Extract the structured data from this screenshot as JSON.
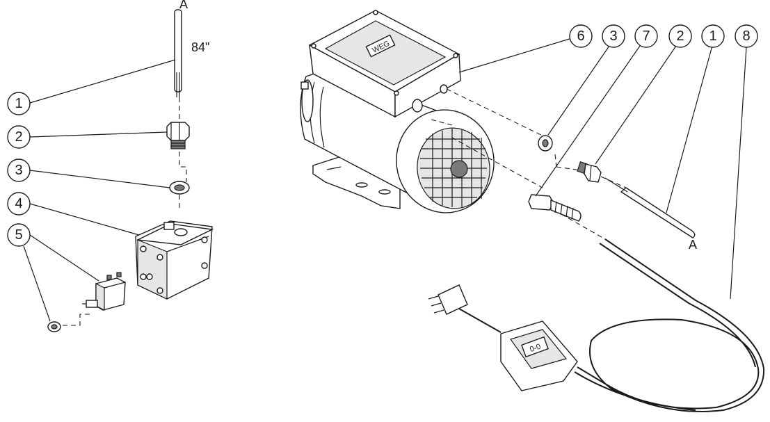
{
  "diagram": {
    "callouts": [
      "1",
      "2",
      "3",
      "4",
      "5",
      "6",
      "3",
      "7",
      "2",
      "1",
      "8"
    ],
    "connector_marks": [
      "A",
      "A"
    ],
    "length_note": "84\"",
    "logo_text": "WEG",
    "gfci_display": "0-0"
  }
}
